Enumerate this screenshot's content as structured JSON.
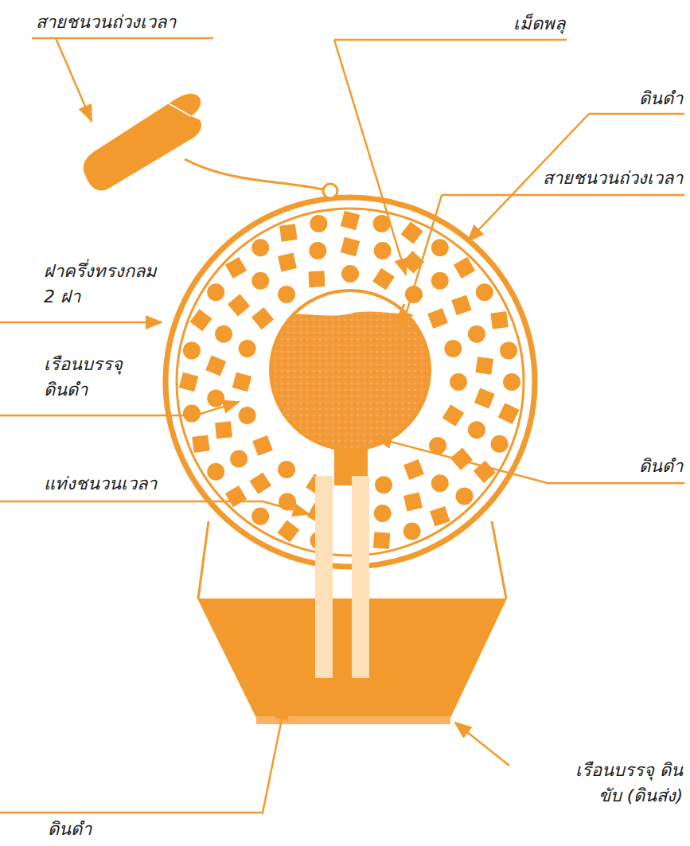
{
  "diagram": {
    "labels": [
      "สายชนวนถ่วงเวลา",
      "เม็ดพลุ",
      "ดินดำ",
      "สายชนวนถ่วงเวลา",
      "ฝาครึ่งทรงกลม 2 ฝา",
      "เรือนบรรจุ ดินดำ",
      "ดินดำ",
      "แท่งชนวนเวลา",
      "ดินดำ",
      "เรือนบรรจุ ดินขับ (ดินส่ง)"
    ]
  }
}
